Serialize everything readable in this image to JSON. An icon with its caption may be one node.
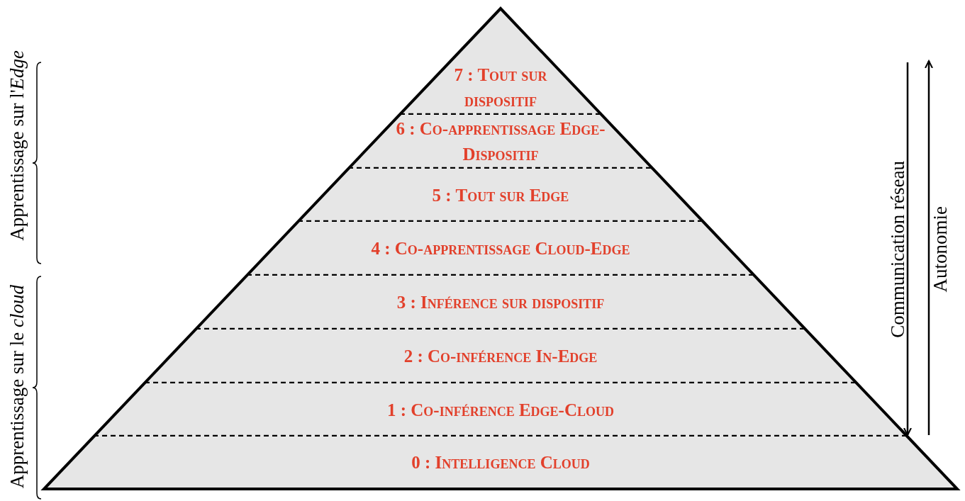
{
  "diagram": {
    "nodes": [
      {
        "text": [
          "7 : Tout sur dispositif"
        ]
      },
      {
        "text": [
          "6 : Co-apprentissage Edge-Dispositif"
        ]
      },
      {
        "text": [
          "5 : Tout sur Edge"
        ]
      },
      {
        "text": [
          "4 : Co-apprentissage Cloud-Edge"
        ]
      },
      {
        "text": [
          "3 : Inférence sur dispositif"
        ]
      },
      {
        "text": [
          "2 : Co-inférence In-Edge"
        ]
      },
      {
        "text": [
          "1 : Co-inférence Edge-Cloud"
        ]
      },
      {
        "text": [
          "0 : Intelligence Cloud"
        ]
      }
    ],
    "edges": [],
    "labels": [
      "Apprentissage sur l'*Edge*",
      "Apprentissage sur le *cloud*",
      "Communication réseau",
      "Autonomie"
    ]
  }
}
